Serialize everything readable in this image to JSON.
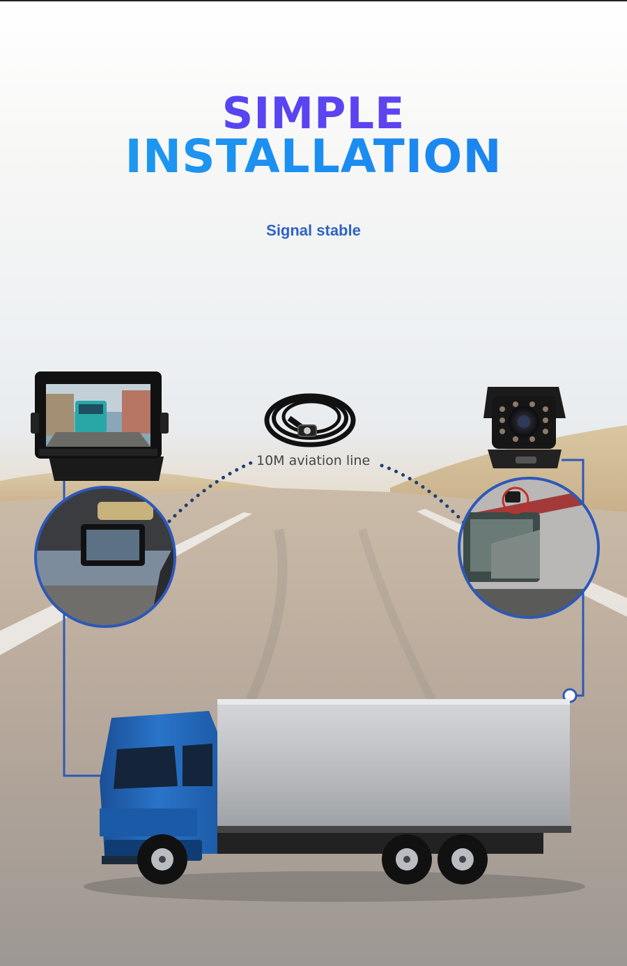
{
  "header": {
    "title_line1": "SIMPLE",
    "title_line2": "INSTALLATION",
    "subtitle": "Signal stable"
  },
  "cable": {
    "label": "10M aviation line"
  },
  "colors": {
    "title_primary": "#4f3ff0",
    "title_secondary": "#1a8ef0",
    "subtitle": "#2f63c3",
    "connector_line": "#2d58b8",
    "truck_cab": "#1f64b8",
    "truck_box": "#bcbec1"
  }
}
